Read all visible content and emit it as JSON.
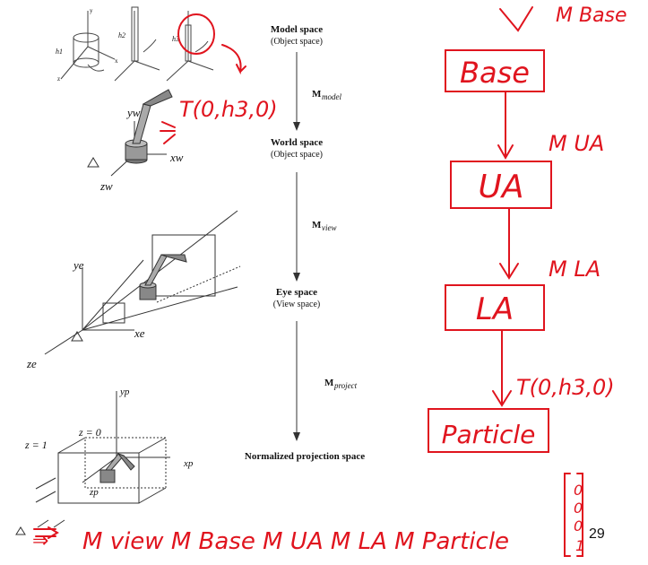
{
  "spaces": [
    {
      "name": "Model space",
      "sub": "(Object space)"
    },
    {
      "name": "World space",
      "sub": "(Object space)"
    },
    {
      "name": "Eye space",
      "sub": "(View space)"
    },
    {
      "name": "Normalized projection space",
      "sub": ""
    }
  ],
  "transforms": [
    {
      "base": "M",
      "sub": "model"
    },
    {
      "base": "M",
      "sub": "view"
    },
    {
      "base": "M",
      "sub": "project"
    }
  ],
  "axis_labels": {
    "y": "y",
    "x": "x",
    "z": "z",
    "h1": "h1",
    "h2": "h2",
    "h3": "h3",
    "yw": "yw",
    "xw": "xw",
    "zw": "zw",
    "ye": "ye",
    "xe": "xe",
    "ze": "ze",
    "yp": "yp",
    "xp": "xp",
    "zp": "zp",
    "z0": "z = 0",
    "z1": "z = 1"
  },
  "annotations": {
    "m_base_top": "M Base",
    "translate_top": "T(0,h3,0)",
    "translate_mid": "T(0,h3,0)",
    "m_ua": "M UA",
    "m_la": "M LA",
    "formula_arrow": "⇒",
    "formula": "M view M Base M UA M LA M Particle",
    "vector": [
      "0",
      "0",
      "0",
      "1"
    ]
  },
  "hierarchy_nodes": [
    "Base",
    "UA",
    "LA",
    "Particle"
  ],
  "page_number": "29",
  "colors": {
    "ink": "#e0141e",
    "text": "#111111"
  }
}
